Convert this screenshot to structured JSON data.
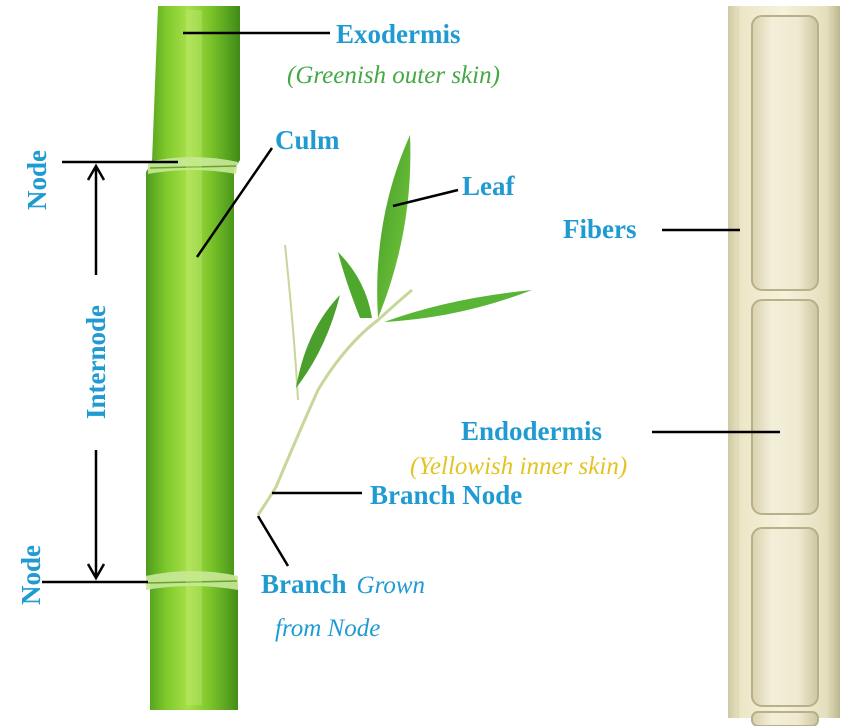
{
  "colors": {
    "label_blue": "#1f9bd1",
    "green_note": "#45a845",
    "yellow_note": "#e3c323",
    "leader_line": "#000000"
  },
  "labels": {
    "exodermis": "Exodermis",
    "exodermis_note": "(Greenish outer skin)",
    "culm": "Culm",
    "leaf": "Leaf",
    "fibers": "Fibers",
    "endodermis": "Endodermis",
    "endodermis_note": "(Yellowish inner skin)",
    "branch_node": "Branch Node",
    "branch_word": "Branch",
    "branch_grown": "Grown",
    "from_node": "from Node",
    "node_top": "Node",
    "node_bottom": "Node",
    "internode": "Internode"
  }
}
